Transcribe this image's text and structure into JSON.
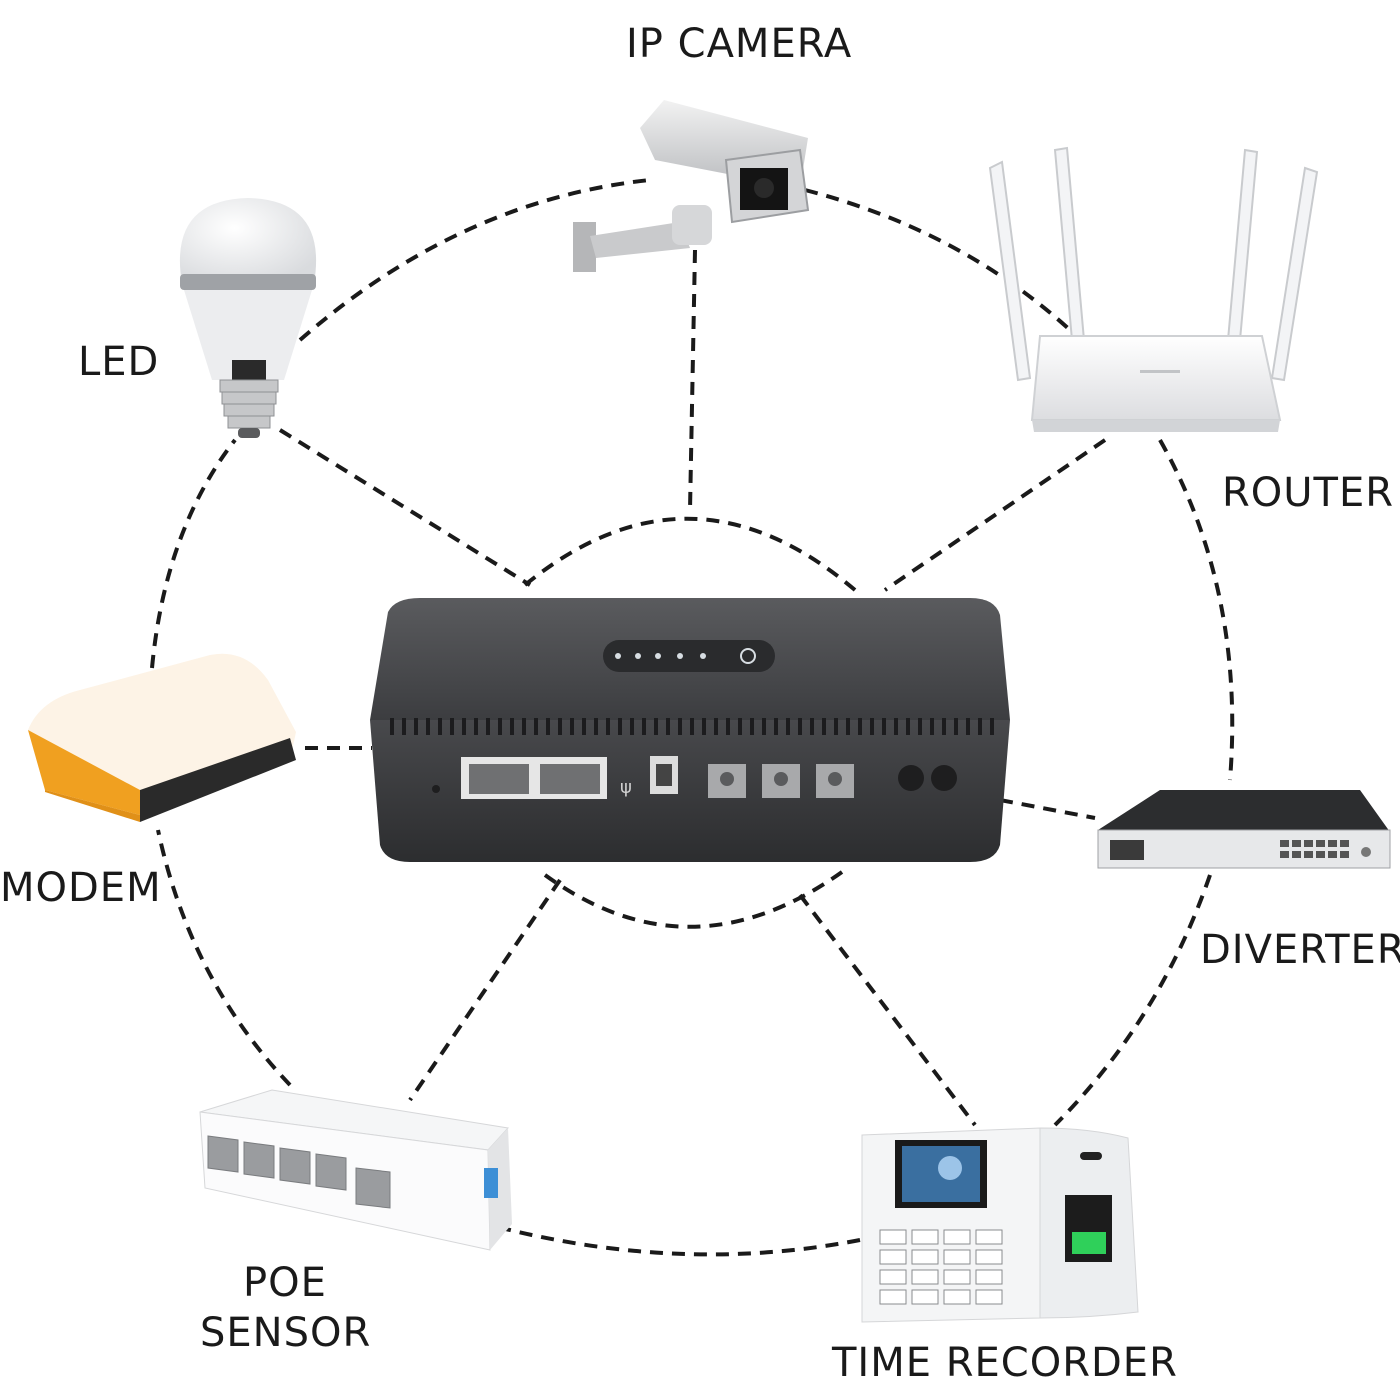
{
  "labels": {
    "ip_camera": "IP CAMERA",
    "led": "LED",
    "router": "ROUTER",
    "modem": "MODEM",
    "diverter": "DIVERTER",
    "poe_line1": "POE",
    "poe_line2": "SENSOR",
    "time_recorder": "TIME RECORDER"
  },
  "colors": {
    "line": "#1a1a1a",
    "ups_body": "#3a3b3d",
    "modem_accent": "#f0a020",
    "fingerprint_led": "#2fd05a"
  },
  "icons": [
    "ups-hub-icon",
    "ip-camera-icon",
    "led-bulb-icon",
    "router-icon",
    "modem-icon",
    "diverter-icon",
    "poe-switch-icon",
    "time-recorder-icon"
  ]
}
